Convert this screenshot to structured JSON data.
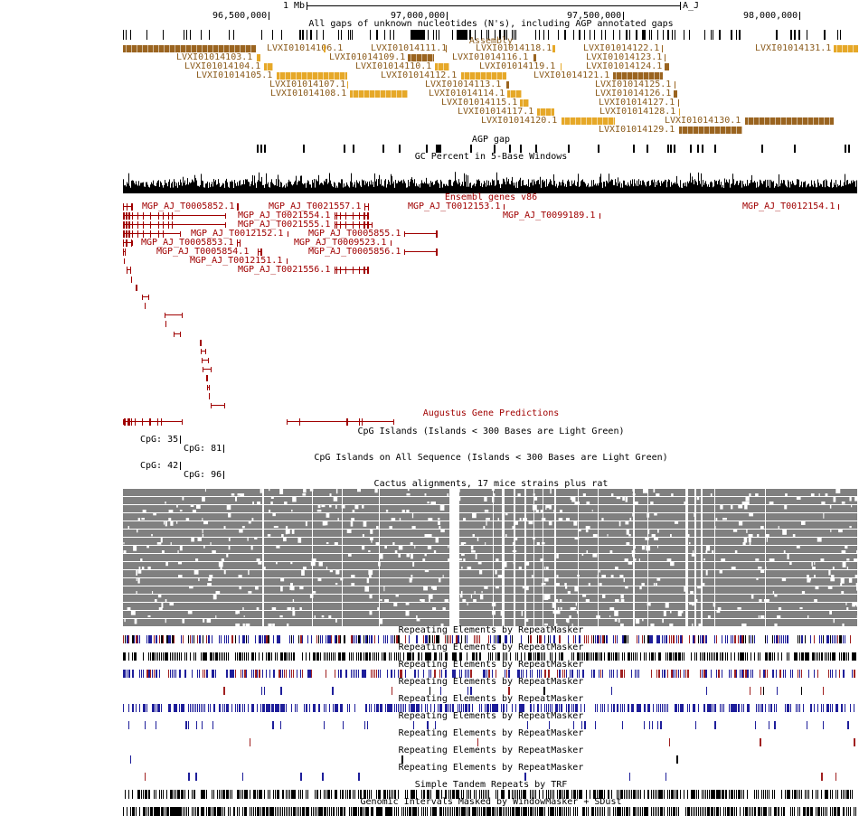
{
  "ruler": {
    "scale_label": "1 Mb",
    "assembly_name": "A_J",
    "positions": [
      "96,500,000",
      "97,000,000",
      "97,500,000",
      "98,000,000"
    ]
  },
  "tracks": {
    "gaps_title": "All gaps of unknown nucleotides (N's), including AGP annotated gaps",
    "assembly_title": "Assembly",
    "agp_gap_title": "AGP gap",
    "gc_title": "GC Percent in 5-Base Windows",
    "ensembl_title": "Ensembl genes v86",
    "augustus_title": "Augustus Gene Predictions",
    "cpg_title": "CpG Islands (Islands < 300 Bases are Light Green)",
    "cpg_all_title": "CpG Islands on All Sequence (Islands < 300 Bases are Light Green)",
    "cactus_title": "Cactus alignments, 17 mice strains plus rat",
    "repeatmasker_title": "Repeating Elements by RepeatMasker",
    "trf_title": "Simple Tandem Repeats by TRF",
    "windowmasker_title": "Genomic Intervals Masked by WindowMasker + SDust"
  },
  "assembly": [
    "LVXI01014103.1",
    "LVXI01014104.1",
    "LVXI01014105.1",
    "LVXI01014106.1",
    "LVXI01014107.1",
    "LVXI01014108.1",
    "LVXI01014109.1",
    "LVXI01014110.1",
    "LVXI01014111.1",
    "LVXI01014112.1",
    "LVXI01014113.1",
    "LVXI01014114.1",
    "LVXI01014115.1",
    "LVXI01014116.1",
    "LVXI01014117.1",
    "LVXI01014118.1",
    "LVXI01014119.1",
    "LVXI01014120.1",
    "LVXI01014121.1",
    "LVXI01014122.1",
    "LVXI01014123.1",
    "LVXI01014124.1",
    "LVXI01014125.1",
    "LVXI01014126.1",
    "LVXI01014127.1",
    "LVXI01014128.1",
    "LVXI01014129.1",
    "LVXI01014130.1",
    "LVXI01014131.1"
  ],
  "ensembl": [
    "MGP_AJ_T0005852.1",
    "MGP_AJ_T0021557.1",
    "MGP_AJ_T0012153.1",
    "MGP_AJ_T0012154.1",
    "MGP_AJ_T0021554.1",
    "MGP_AJ_T0099189.1",
    "MGP_AJ_T0021555.1",
    "MGP_AJ_T0012152.1",
    "MGP_AJ_T0005855.1",
    "MGP_AJ_T0005853.1",
    "MGP_AJ_T0009523.1",
    "MGP_AJ_T0005854.1",
    "MGP_AJ_T0005856.1",
    "MGP_AJ_T0012151.1",
    "MGP_AJ_T0021556.1"
  ],
  "cpg": [
    "CpG: 35",
    "CpG: 81"
  ],
  "cpg_all": [
    "CpG: 42",
    "CpG: 96"
  ],
  "colors": {
    "assembly_light": "#e6a828",
    "assembly_dark": "#9a6420",
    "gene": "#a00000",
    "cactus": "#808080",
    "repeat_blue": "#1e1e9a",
    "repeat_red": "#a02020"
  }
}
